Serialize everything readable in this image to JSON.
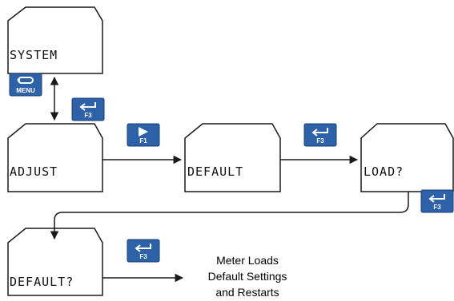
{
  "displays": {
    "system": "SYSTEM",
    "adjust": "ADJUST",
    "default": "DEFAULT",
    "load": "LOAD?",
    "default_confirm": "DEFAULT?"
  },
  "keys": {
    "menu": "MENU",
    "f1": "F1",
    "f3_a": "F3",
    "f3_b": "F3",
    "f3_c": "F3",
    "f3_d": "F3"
  },
  "result": {
    "line1": "Meter Loads",
    "line2": "Default Settings",
    "line3": "and Restarts"
  },
  "colors": {
    "key_fill": "#2e62a8",
    "line": "#1a1a1a"
  }
}
